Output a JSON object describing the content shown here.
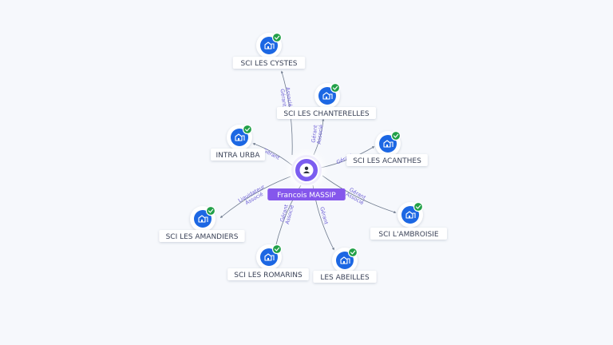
{
  "colors": {
    "background": "#f6f8fc",
    "edge": "#6f7b8e",
    "edge_label": "#6d5fd6",
    "company_icon": "#1c67e3",
    "check_badge": "#22a048",
    "center_node": "#7b5cf0",
    "center_label_bg": "#8557ec",
    "label_text": "#3b4358"
  },
  "center": {
    "name": "Francois MASSIP",
    "icon": "person-icon"
  },
  "companies": [
    {
      "id": "sci-les-cystes",
      "name": "SCI LES CYSTES",
      "edge_label": [
        "Associé",
        "Gérant"
      ],
      "icon": "building-icon",
      "badge": "check-icon"
    },
    {
      "id": "sci-les-chanterelles",
      "name": "SCI LES CHANTERELLES",
      "edge_label": [
        "Gérant",
        "Associé"
      ],
      "icon": "building-icon",
      "badge": "check-icon"
    },
    {
      "id": "intra-urba",
      "name": "INTRA URBA",
      "edge_label": [
        "Gérant"
      ],
      "icon": "building-icon",
      "badge": "check-icon"
    },
    {
      "id": "sci-les-acanthes",
      "name": "SCI LES ACANTHES",
      "edge_label": [
        "Gérant"
      ],
      "icon": "building-icon",
      "badge": "check-icon"
    },
    {
      "id": "sci-les-amandiers",
      "name": "SCI LES AMANDIERS",
      "edge_label": [
        "Liquidateur",
        "Associé"
      ],
      "icon": "building-icon",
      "badge": "check-icon"
    },
    {
      "id": "sci-lambroisie",
      "name": "SCI L'AMBROISIE",
      "edge_label": [
        "Gérant",
        "Associé"
      ],
      "icon": "building-icon",
      "badge": "check-icon"
    },
    {
      "id": "sci-les-romarins",
      "name": "SCI LES ROMARINS",
      "edge_label": [
        "Gérant",
        "Associé"
      ],
      "icon": "building-icon",
      "badge": "check-icon"
    },
    {
      "id": "les-abeilles",
      "name": "LES ABEILLES",
      "edge_label": [
        "Gérant"
      ],
      "icon": "building-icon",
      "badge": "check-icon"
    }
  ]
}
